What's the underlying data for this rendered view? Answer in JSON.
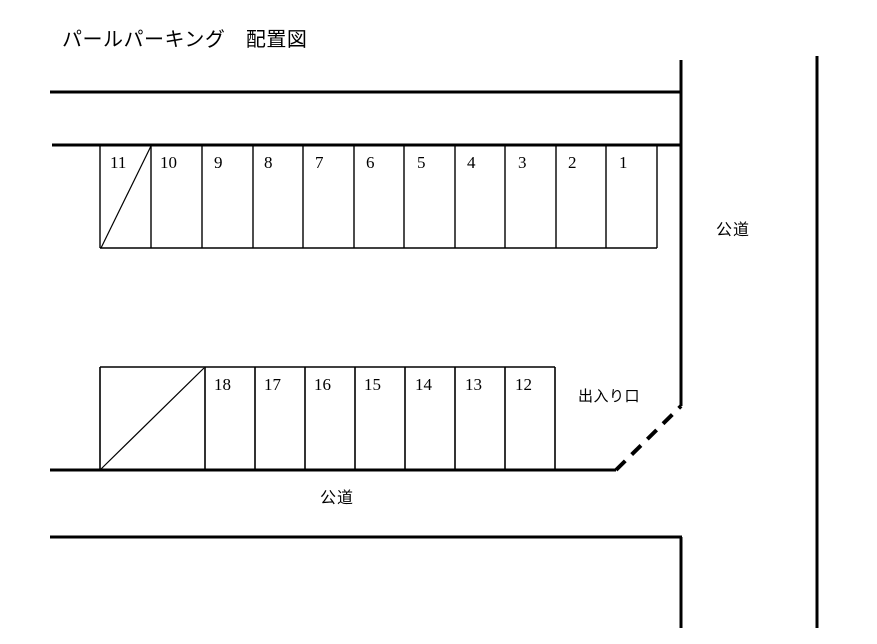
{
  "title": "パールパーキング　配置図",
  "labels": {
    "road_right": "公道",
    "road_bottom": "公道",
    "entrance": "出入り口"
  },
  "parking": {
    "top_row": {
      "stalls": [
        "11",
        "10",
        "9",
        "8",
        "7",
        "6",
        "5",
        "4",
        "3",
        "2",
        "1"
      ],
      "marked_stall": "11"
    },
    "bottom_row": {
      "stalls": [
        "18",
        "17",
        "16",
        "15",
        "14",
        "13",
        "12"
      ],
      "excluded_block_label": ""
    }
  },
  "colors": {
    "line": "#000000",
    "background": "#ffffff"
  }
}
